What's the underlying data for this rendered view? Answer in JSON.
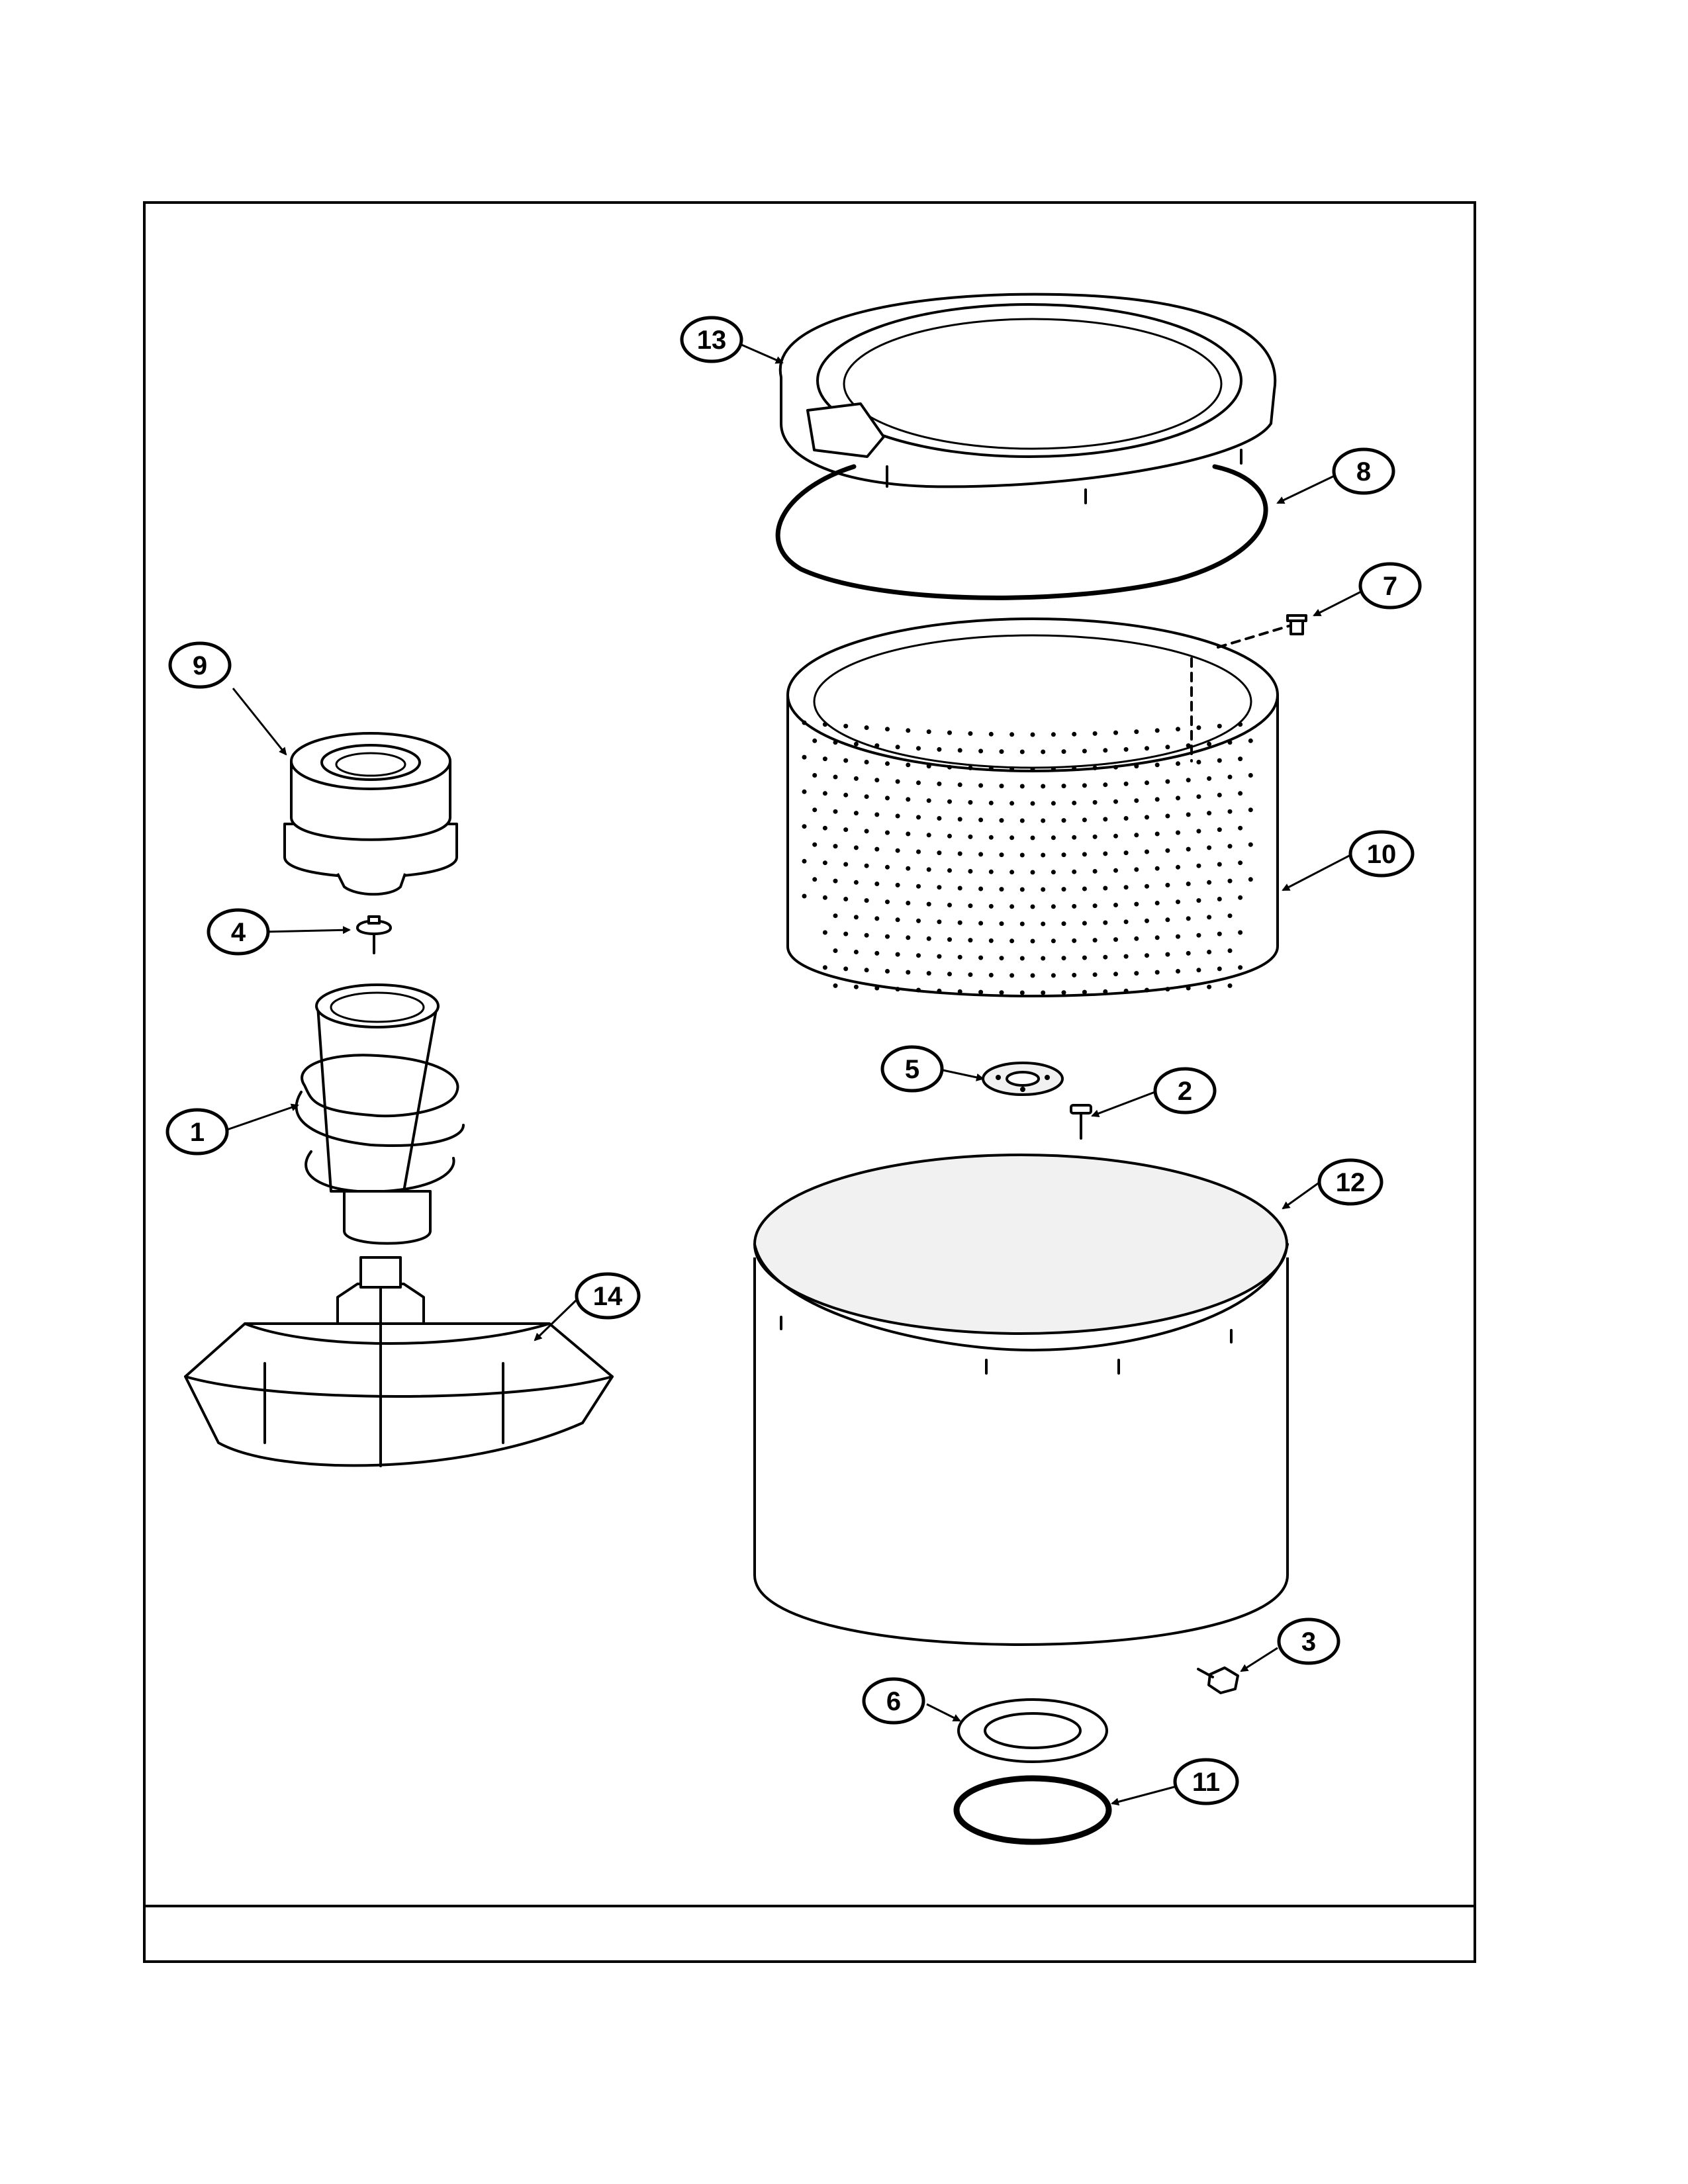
{
  "callouts": {
    "c1": "1",
    "c2": "2",
    "c3": "3",
    "c4": "4",
    "c5": "5",
    "c6": "6",
    "c7": "7",
    "c8": "8",
    "c9": "9",
    "c10": "10",
    "c11": "11",
    "c12": "12",
    "c13": "13",
    "c14": "14"
  },
  "footer": {
    "text": ""
  },
  "colors": {
    "line": "#000000",
    "paper": "#ffffff"
  }
}
